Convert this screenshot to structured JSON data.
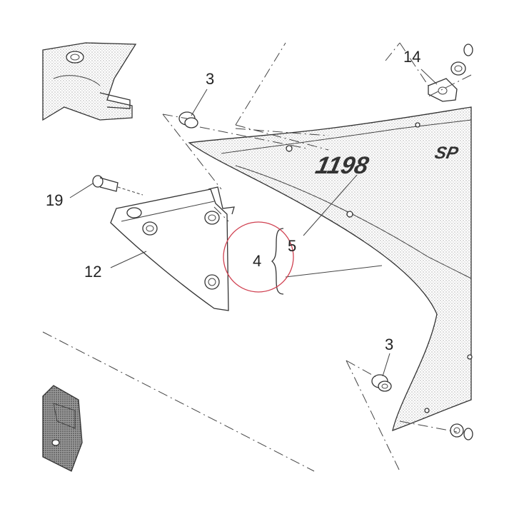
{
  "diagram": {
    "callouts": [
      {
        "id": "3a",
        "label": "3"
      },
      {
        "id": "14",
        "label": "14"
      },
      {
        "id": "19",
        "label": "19"
      },
      {
        "id": "12",
        "label": "12"
      },
      {
        "id": "4",
        "label": "4"
      },
      {
        "id": "5",
        "label": "5"
      },
      {
        "id": "3b",
        "label": "3"
      }
    ],
    "decal": {
      "model": "1198",
      "suffix": "SP"
    },
    "highlight_color": "#d04050",
    "line_color": "#333333"
  }
}
